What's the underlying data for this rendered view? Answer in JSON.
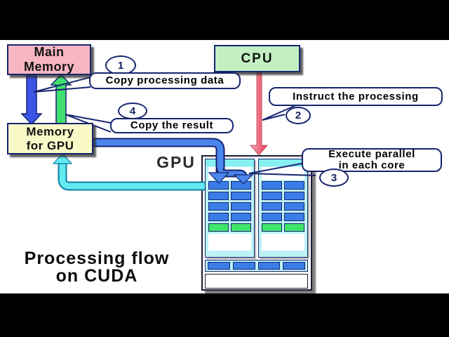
{
  "title": {
    "line1": "Processing flow",
    "line2": "on CUDA"
  },
  "boxes": {
    "main_memory": "Main\nMemory",
    "cpu": "CPU",
    "gpu_memory": "Memory\nfor GPU",
    "gpu_label": "GPU"
  },
  "callouts": [
    {
      "num": "1",
      "text": "Copy processing data"
    },
    {
      "num": "2",
      "text": "Instruct the processing"
    },
    {
      "num": "3",
      "text": "Execute parallel\nin each core"
    },
    {
      "num": "4",
      "text": "Copy the result"
    }
  ],
  "gpu_diagram": {
    "panels": 2,
    "core_columns": 2,
    "core_rows_blue": 4,
    "core_rows_green": 1,
    "shared_cells": 4
  },
  "arrows": [
    {
      "name": "copy-data-arrow",
      "from": "Main Memory",
      "to": "Memory for GPU",
      "color": "#3c55e6"
    },
    {
      "name": "copy-result-arrow",
      "from": "Memory for GPU",
      "to": "Main Memory",
      "color": "#3fe070"
    },
    {
      "name": "instruct-arrow",
      "from": "CPU",
      "to": "GPU",
      "color": "#e8506a"
    },
    {
      "name": "transfer-to-cores-arrow",
      "from": "Memory for GPU",
      "to": "GPU cores",
      "color": "#4a86ec"
    },
    {
      "name": "return-result-arrow",
      "from": "GPU",
      "to": "Memory for GPU",
      "color": "#63eaf2"
    }
  ],
  "colors": {
    "main_memory": "#f7b6c2",
    "cpu": "#c2f0c2",
    "gpu_memory": "#fafac8",
    "outline_navy": "#16246e",
    "panel_bg": "#bdf2f6",
    "core_blue": "#3b7de8",
    "core_green": "#3fe56a",
    "letterbox": "#000000"
  }
}
